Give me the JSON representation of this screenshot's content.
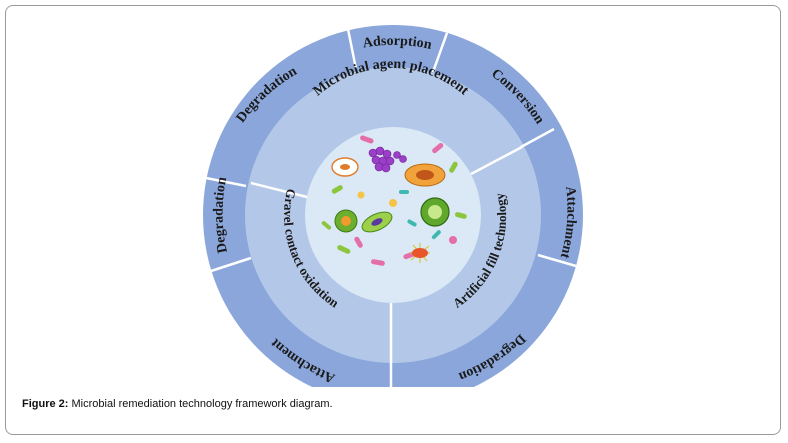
{
  "diagram": {
    "outer_ring_labels": [
      "Adsorption",
      "Conversion",
      "Attachment",
      "Degradation",
      "Attachment",
      "Degradation",
      "Degradation"
    ],
    "middle_ring_labels": [
      "Microbial  agent placement",
      "Artificial fill technology",
      "Gravel contact oxidation"
    ],
    "colors": {
      "outer_ring": "#8aa6da",
      "middle_ring": "#b3c8e8",
      "inner_circle": "#dbe8f5",
      "separators": "#ffffff"
    }
  },
  "caption": {
    "label": "Figure 2:",
    "text": " Microbial remediation technology framework diagram."
  }
}
